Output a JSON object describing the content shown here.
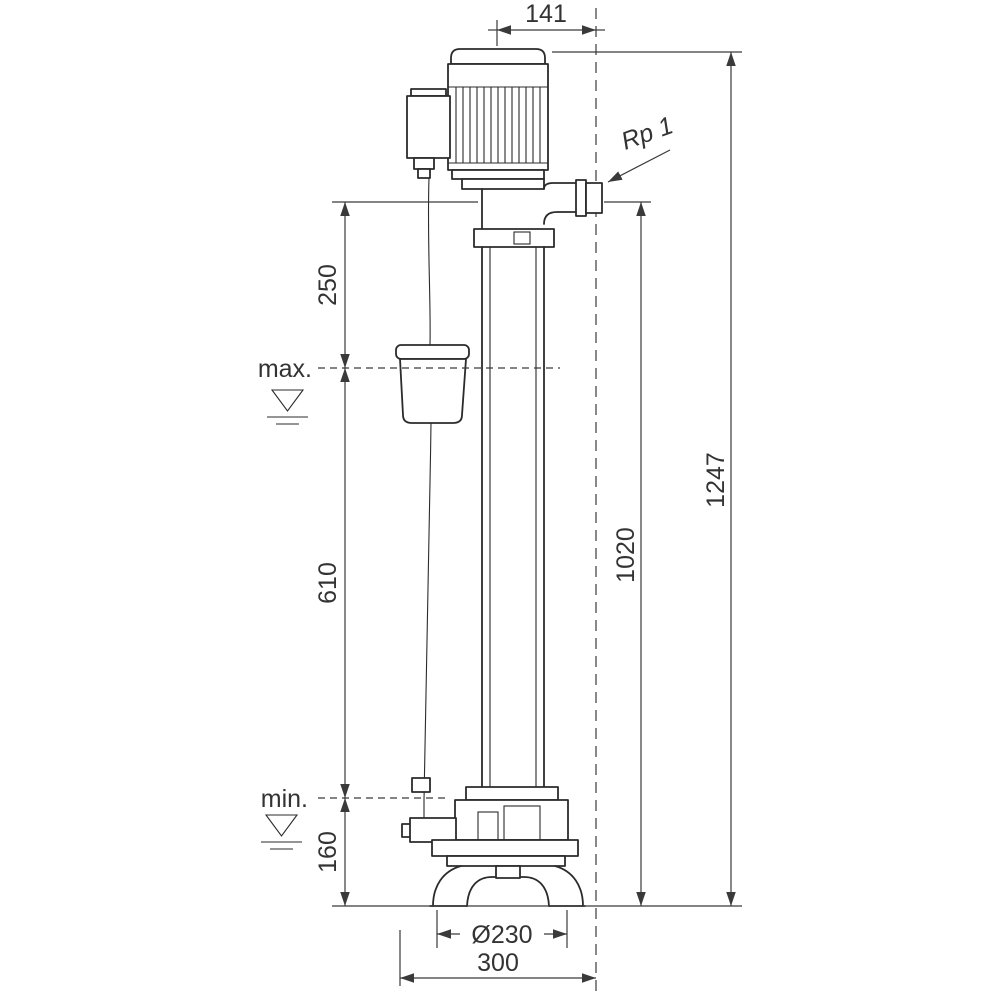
{
  "labels": {
    "connection": "Rp 1",
    "max_level": "max.",
    "min_level": "min."
  },
  "dimensions": {
    "width_top": "141",
    "outlet_to_max_level": "250",
    "max_to_min_level": "610",
    "min_level_to_base": "160",
    "outlet_to_base": "1020",
    "total_height": "1247",
    "base_diameter": "Ø230",
    "base_width": "300"
  }
}
